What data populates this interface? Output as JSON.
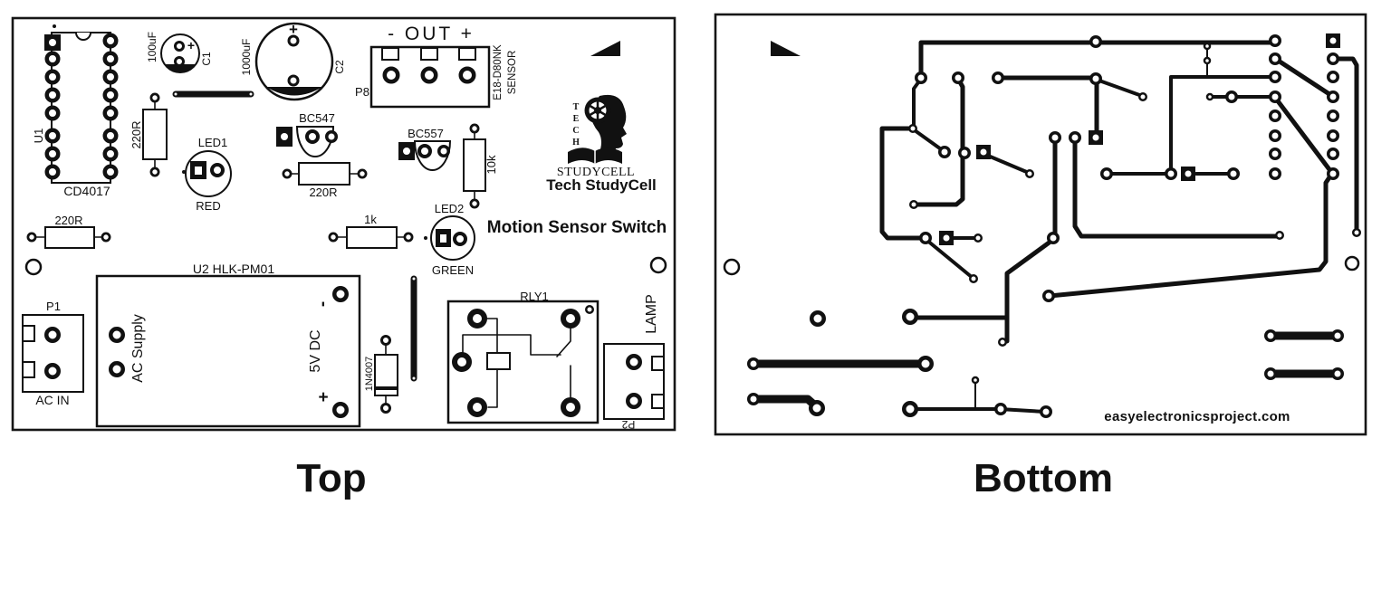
{
  "captions": {
    "top": "Top",
    "bottom": "Bottom"
  },
  "top_board": {
    "components": {
      "u1_ref": "U1",
      "u1_part": "CD4017",
      "c1_value": "100uF",
      "c1_ref": "C1",
      "c2_value": "1000uF",
      "c2_ref": "C2",
      "r_220_vertical": "220R",
      "r_220_mid": "220R",
      "r_220_left": "220R",
      "r_10k": "10k",
      "r_1k": "1k",
      "led1_ref": "LED1",
      "led1_color": "RED",
      "led2_ref": "LED2",
      "led2_color": "GREEN",
      "q1": "BC547",
      "q2": "BC557",
      "d1": "1N4007",
      "p1_ref": "P1",
      "p1_label": "AC IN",
      "u2_ref": "U2 HLK-PM01",
      "u2_input": "AC Supply",
      "u2_output": "5V DC",
      "relay_ref": "RLY1",
      "lamp_label": "LAMP",
      "p2_ref": "P2",
      "p8_ref": "P8",
      "p8_header": "- OUT +",
      "sensor_line1": "E18-D80NK",
      "sensor_line2": "SENSOR",
      "plus": "+",
      "minus": "-"
    },
    "branding": {
      "logo_letters": [
        "T",
        "E",
        "C",
        "H"
      ],
      "logo_wordmark": "STUDYCELL",
      "channel": "Tech StudyCell",
      "title": "Motion Sensor Switch"
    }
  },
  "bottom_board": {
    "watermark": "easyelectronicsproject.com"
  }
}
